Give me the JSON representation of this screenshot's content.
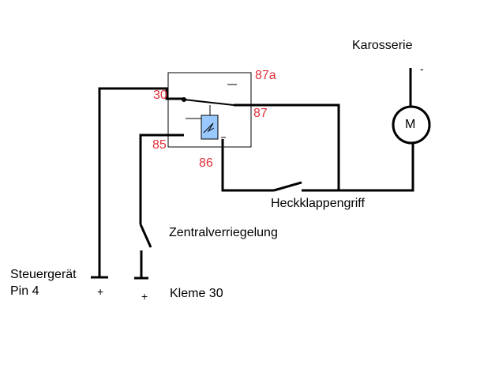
{
  "labels": {
    "karosserie": "Karosserie",
    "minus": "-",
    "pin_87a": "87a",
    "pin_30": "30",
    "pin_87": "87",
    "pin_85": "85",
    "pin_86": "86",
    "heckklappengriff": "Heckklappengriff",
    "zentralverriegelung": "Zentralverriegelung",
    "steuergeraet": "Steuergerät",
    "pin4": "Pin 4",
    "plus1": "+",
    "plus2": "+",
    "kleme30": "Kleme 30",
    "motor": "M"
  },
  "colors": {
    "wire": "#000000",
    "pin_label": "#e0303a",
    "coil": "#99c9ff"
  }
}
